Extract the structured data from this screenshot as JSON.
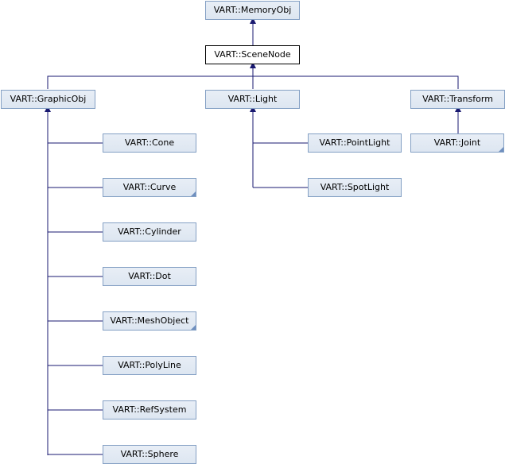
{
  "colors": {
    "edge": "#191970",
    "node_border": "#84a0c4",
    "node_fill": "#e8eef6"
  },
  "nodes": {
    "memoryobj": "VART::MemoryObj",
    "scenenode": "VART::SceneNode",
    "graphicobj": "VART::GraphicObj",
    "light": "VART::Light",
    "transform": "VART::Transform",
    "cone": "VART::Cone",
    "curve": "VART::Curve",
    "cylinder": "VART::Cylinder",
    "dot": "VART::Dot",
    "meshobject": "VART::MeshObject",
    "polyline": "VART::PolyLine",
    "refsystem": "VART::RefSystem",
    "sphere": "VART::Sphere",
    "pointlight": "VART::PointLight",
    "spotlight": "VART::SpotLight",
    "joint": "VART::Joint"
  }
}
